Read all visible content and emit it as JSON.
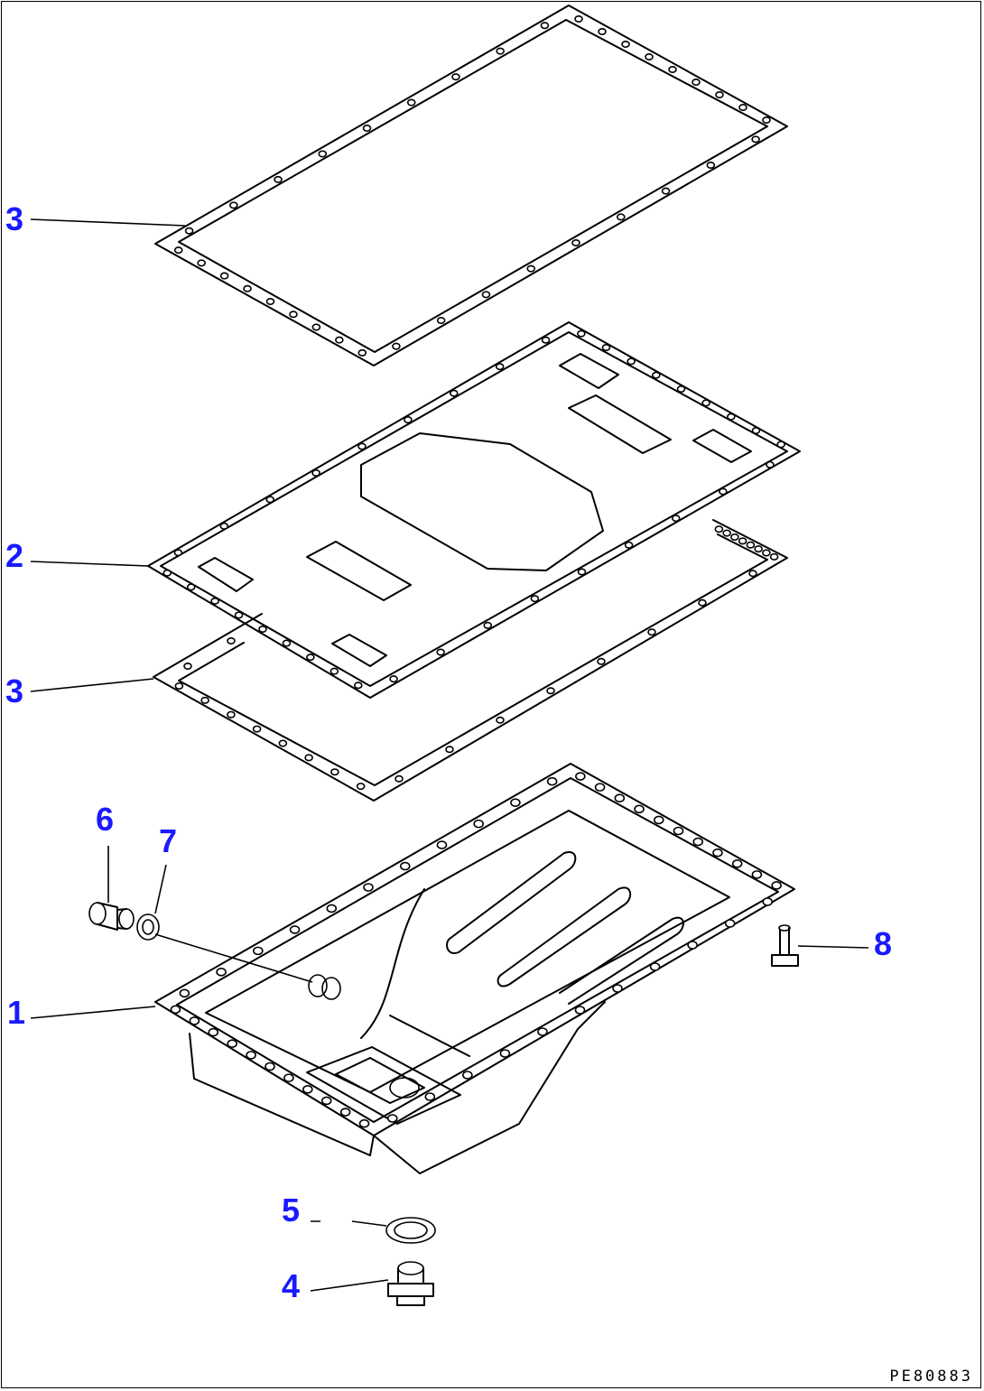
{
  "diagram": {
    "drawing_code": "PE80883",
    "callouts": [
      {
        "id": "3a",
        "label": "3"
      },
      {
        "id": "2",
        "label": "2"
      },
      {
        "id": "3b",
        "label": "3"
      },
      {
        "id": "6",
        "label": "6"
      },
      {
        "id": "7",
        "label": "7"
      },
      {
        "id": "8",
        "label": "8"
      },
      {
        "id": "1",
        "label": "1"
      },
      {
        "id": "5",
        "label": "5"
      },
      {
        "id": "4",
        "label": "4"
      }
    ],
    "colors": {
      "callout": "#1a1aff",
      "line": "#000000",
      "background": "#ffffff"
    }
  }
}
